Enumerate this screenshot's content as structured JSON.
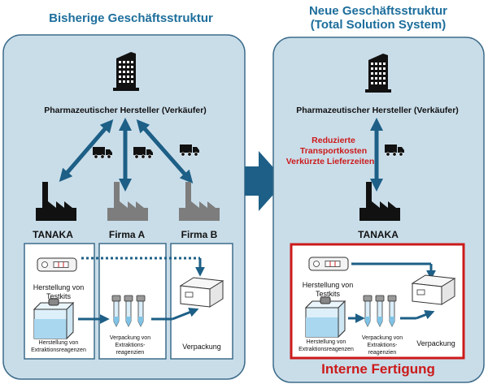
{
  "colors": {
    "panel_fill": "#c9dde9",
    "panel_stroke": "#3d6c8a",
    "arrow_blue": "#1d5f86",
    "heading_blue": "#1d6e9c",
    "factory_black": "#111111",
    "factory_gray": "#7d7d7d",
    "accent_red": "#cc1a1a"
  },
  "left": {
    "title": "Bisherige Geschäftsstruktur",
    "manufacturer": "Pharmazeutischer Hersteller (Verkäufer)",
    "companies": [
      "TANAKA",
      "Firma A",
      "Firma B"
    ],
    "steps": {
      "testkits": "Herstellung von Testkits",
      "extraction": "Herstellung von Extraktionsreagenzen",
      "packaging_reagents": "Verpackung von Extraktionsreagenzien",
      "packaging": "Verpackung"
    }
  },
  "right": {
    "title_line1": "Neue Geschäftsstruktur",
    "title_line2": "(Total Solution System)",
    "manufacturer": "Pharmazeutischer Hersteller (Verkäufer)",
    "benefits": [
      "Reduzierte",
      "Transportkosten",
      "Verkürzte Lieferzeiten"
    ],
    "company": "TANAKA",
    "steps": {
      "testkits": "Herstellung von Testkits",
      "extraction": "Herstellung von Extraktionsreagenzen",
      "packaging_reagents": "Verpackung von Extraktionsreagenzien",
      "packaging": "Verpackung"
    },
    "inhouse": "Interne Fertigung"
  },
  "icons": [
    "building-icon",
    "factory-icon",
    "truck-icon",
    "test-kit-icon",
    "reagent-container-icon",
    "tubes-icon",
    "box-icon",
    "big-arrow-icon"
  ]
}
